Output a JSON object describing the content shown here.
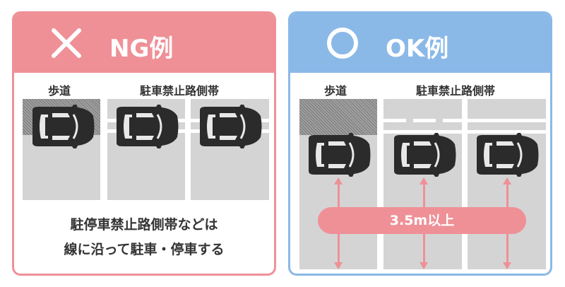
{
  "ng": {
    "title": "NG例",
    "icon": "cross-icon",
    "sidewalk_label": "歩道",
    "strip_label": "駐車禁止路側帯",
    "note_line1": "駐停車禁止路側帯などは",
    "note_line2": "線に沿って駐車・停車する"
  },
  "ok": {
    "title": "OK例",
    "icon": "circle-icon",
    "sidewalk_label": "歩道",
    "strip_label": "駐車禁止路側帯",
    "width_label": "3.5m以上"
  },
  "colors": {
    "ng": "#ef9097",
    "ok": "#8ab9e8",
    "road": "#d4d4d4",
    "car": "#2b2b2b"
  }
}
